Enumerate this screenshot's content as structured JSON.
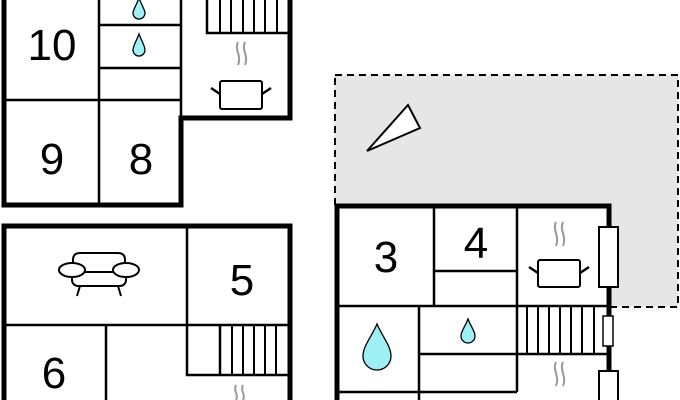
{
  "floor_plan": {
    "rooms": [
      {
        "id": "room-10",
        "label": "10"
      },
      {
        "id": "room-9",
        "label": "9"
      },
      {
        "id": "room-8",
        "label": "8"
      },
      {
        "id": "room-5",
        "label": "5"
      },
      {
        "id": "room-6",
        "label": "6"
      },
      {
        "id": "room-3",
        "label": "3"
      },
      {
        "id": "room-4",
        "label": "4"
      }
    ],
    "colors": {
      "wall": "#000000",
      "water": "#9ef0f5",
      "terrace": "#e6e6e6",
      "steam": "#999999"
    }
  }
}
